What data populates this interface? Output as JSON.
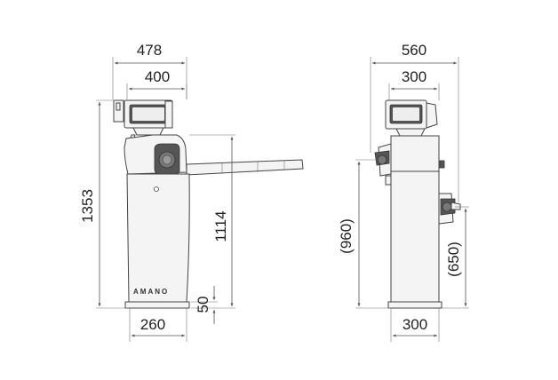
{
  "front_view": {
    "dim_overall_width": "478",
    "dim_top_width": "400",
    "dim_height_total": "1353",
    "dim_height_arm": "1114",
    "dim_base_height": "50",
    "dim_base_width": "260",
    "brand_label": "AMANO"
  },
  "side_view": {
    "dim_overall_width": "560",
    "dim_top_width": "300",
    "dim_base_width": "300",
    "dim_left_height": "(960)",
    "dim_right_height": "(650)"
  },
  "colors": {
    "line": "#555555",
    "body_fill": "#f4f4f4",
    "dark_part": "#555555"
  }
}
